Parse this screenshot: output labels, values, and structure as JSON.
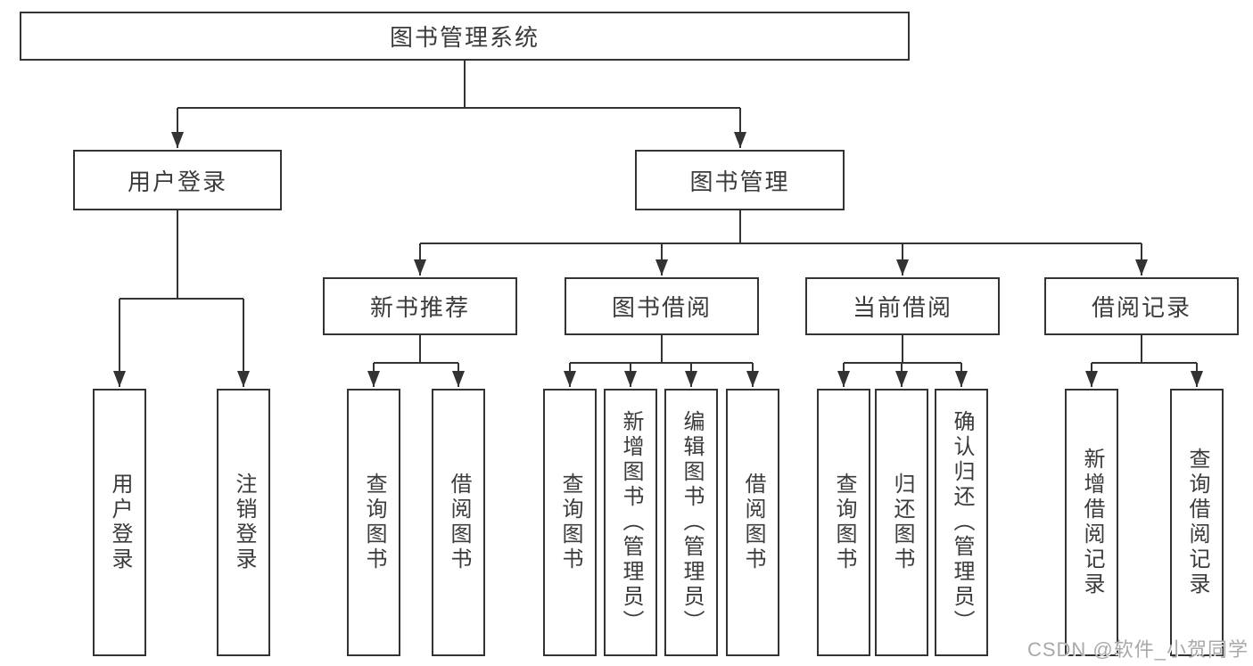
{
  "colors": {
    "line": "#333333",
    "box_border": "#333333",
    "box_fill": "#ffffff",
    "text": "#3b3b3b",
    "watermark_text": "#a9a9a9",
    "background": "#ffffff"
  },
  "watermark": "CSDN @软件_小贺同学",
  "tree": {
    "root": "图书管理系统",
    "level2": [
      {
        "label": "用户登录",
        "leaves": [
          "用户登录",
          "注销登录"
        ]
      },
      {
        "label": "图书管理",
        "sections": [
          {
            "label": "新书推荐",
            "leaves": [
              "查询图书",
              "借阅图书"
            ]
          },
          {
            "label": "图书借阅",
            "leaves": [
              "查询图书",
              "新增图书（管理员）",
              "编辑图书（管理员）",
              "借阅图书"
            ]
          },
          {
            "label": "当前借阅",
            "leaves": [
              "查询图书",
              "归还图书",
              "确认归还（管理员）"
            ]
          },
          {
            "label": "借阅记录",
            "leaves": [
              "新增借阅记录",
              "查询借阅记录"
            ]
          }
        ]
      }
    ]
  }
}
